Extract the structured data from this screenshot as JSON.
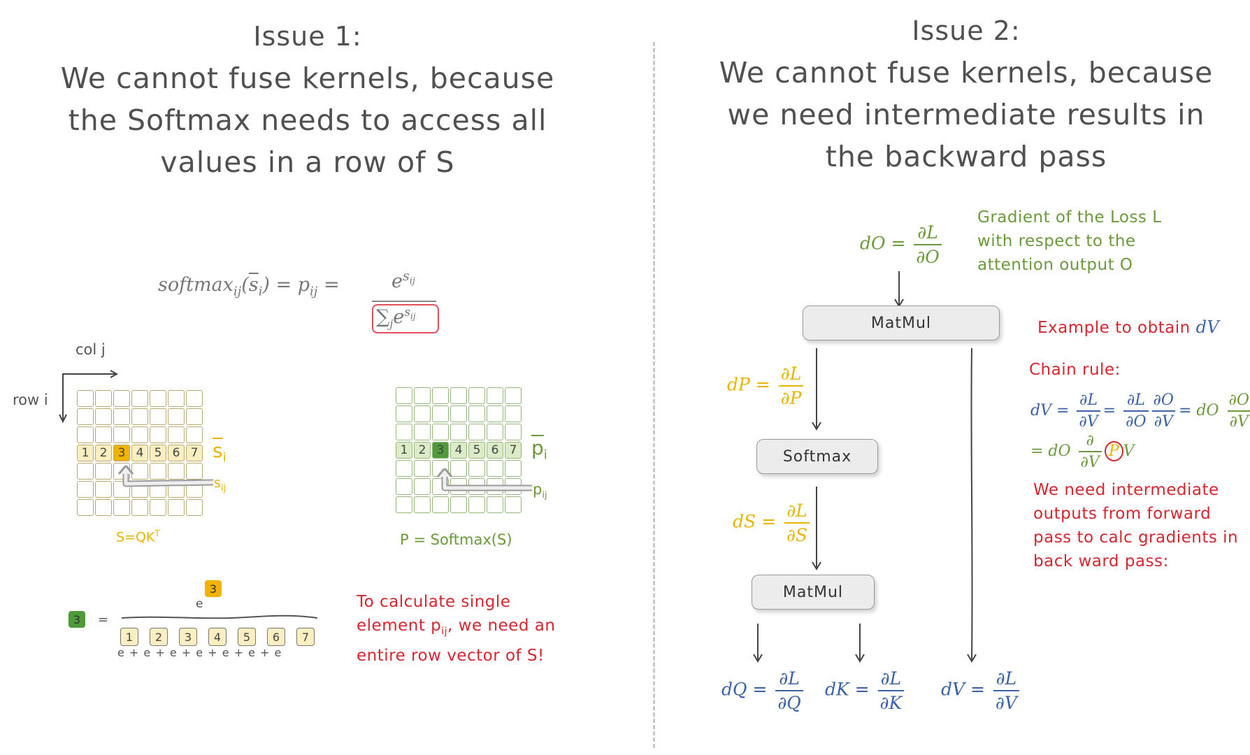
{
  "left": {
    "issue": "Issue 1:",
    "lines": [
      "We cannot fuse kernels, because",
      "the Softmax needs to access all",
      "values in a row of S"
    ],
    "formula": {
      "lhs": "softmax",
      "lhs_sub": "ij",
      "arg": "s",
      "arg_sub": "i",
      "eq1": "=",
      "p": "p",
      "p_sub": "ij",
      "eq2": "=",
      "num": "e",
      "num_sup": "s",
      "num_sup_sub": "ij",
      "den": "∑",
      "den_sub": "j",
      "den_e": "e",
      "den_sup": "s",
      "den_sup_sub": "ij"
    },
    "col_label": "col j",
    "row_label": "row i",
    "row_numbers": [
      "1",
      "2",
      "3",
      "4",
      "5",
      "6",
      "7"
    ],
    "s_vec": "s",
    "s_vec_sub": "i",
    "s_elem": "s",
    "s_elem_sub": "ij",
    "s_caption": "S=QK",
    "s_caption_sup": "T",
    "p_vec": "p",
    "p_vec_sub": "i",
    "p_elem": "p",
    "p_elem_sub": "ij",
    "p_caption": "P = Softmax(S)",
    "eq_lhs": "3",
    "eq_sign": "=",
    "eq_top_e": "e",
    "eq_top_exp": "3",
    "eq_denoms": [
      "1",
      "2",
      "3",
      "4",
      "5",
      "6",
      "7"
    ],
    "eq_sum": "e  + e  + e  + e  + e  + e  + e",
    "note": [
      "To calculate single",
      "element p",
      "ij",
      ", we need an",
      "entire row vector of S!"
    ]
  },
  "right": {
    "issue": "Issue 2:",
    "lines": [
      "We cannot fuse kernels, because",
      "we need intermediate results in",
      "the backward pass"
    ],
    "dO": {
      "lhs": "dO",
      "num": "∂L",
      "den": "∂O"
    },
    "green_note": [
      "Gradient of the Loss L",
      "with respect to the",
      "attention output O"
    ],
    "box1": "MatMul",
    "box2": "Softmax",
    "box3": "MatMul",
    "dP": {
      "lhs": "dP",
      "num": "∂L",
      "den": "∂P"
    },
    "dS": {
      "lhs": "dS",
      "num": "∂L",
      "den": "∂S"
    },
    "dQ": {
      "lhs": "dQ",
      "num": "∂L",
      "den": "∂Q"
    },
    "dK": {
      "lhs": "dK",
      "num": "∂L",
      "den": "∂K"
    },
    "dV": {
      "lhs": "dV",
      "num": "∂L",
      "den": "∂V"
    },
    "example": "Example to obtain",
    "example_var": "dV",
    "chain": "Chain rule:",
    "chain_eq": {
      "lhs": "dV",
      "f1n": "∂L",
      "f1d": "∂V",
      "f2n": "∂L",
      "f2d": "∂O",
      "f3n": "∂O",
      "f3d": "∂V",
      "mid": "dO",
      "f4n": "∂O",
      "f4d": "∂V"
    },
    "chain_eq2": {
      "lhs": "= dO",
      "fn": "∂",
      "fd": "∂V",
      "p": "P",
      "v": "V"
    },
    "red_note": [
      "We need intermediate",
      "outputs from forward",
      "pass to calc gradients in",
      "back ward pass:"
    ]
  }
}
